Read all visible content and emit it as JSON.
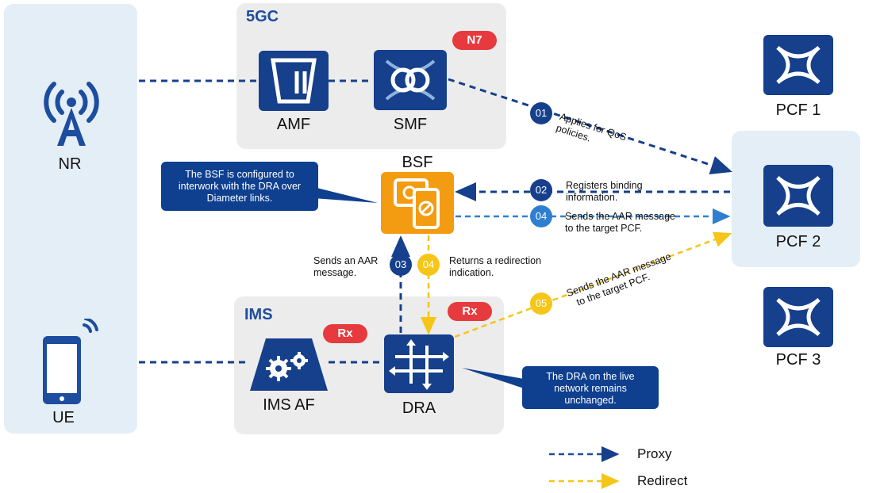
{
  "groups": {
    "fivegc": "5GC",
    "ims": "IMS"
  },
  "tags": {
    "n7": "N7",
    "rx_af": "Rx",
    "rx_dra": "Rx"
  },
  "nodes": {
    "nr": "NR",
    "ue": "UE",
    "amf": "AMF",
    "smf": "SMF",
    "bsf": "BSF",
    "ims_af": "IMS AF",
    "dra": "DRA",
    "pcf1": "PCF 1",
    "pcf2": "PCF 2",
    "pcf3": "PCF 3"
  },
  "callouts": {
    "bsf": "The BSF is configured to interwork with the DRA over Diameter links.",
    "dra": "The DRA on the live network remains unchanged."
  },
  "steps": [
    {
      "num": "01",
      "text_lines": [
        "Applies for QoS",
        "policies."
      ]
    },
    {
      "num": "02",
      "text_lines": [
        "Registers binding",
        "information."
      ]
    },
    {
      "num": "03",
      "text_lines": [
        "Sends an AAR",
        "message."
      ]
    },
    {
      "num": "04",
      "text_lines": [
        "Returns a redirection",
        "indication."
      ]
    },
    {
      "num": "04",
      "text_lines": [
        "Sends the AAR message",
        "to the target PCF."
      ]
    },
    {
      "num": "05",
      "text_lines": [
        "Sends the AAR message",
        "to the target PCF."
      ]
    }
  ],
  "legend": {
    "proxy": "Proxy",
    "redirect": "Redirect"
  },
  "colors": {
    "navy": "#163f8c",
    "light_blue": "#2f7fd0",
    "yellow": "#f5c518",
    "orange": "#f39c12",
    "red_tag": "#e63a3e"
  }
}
